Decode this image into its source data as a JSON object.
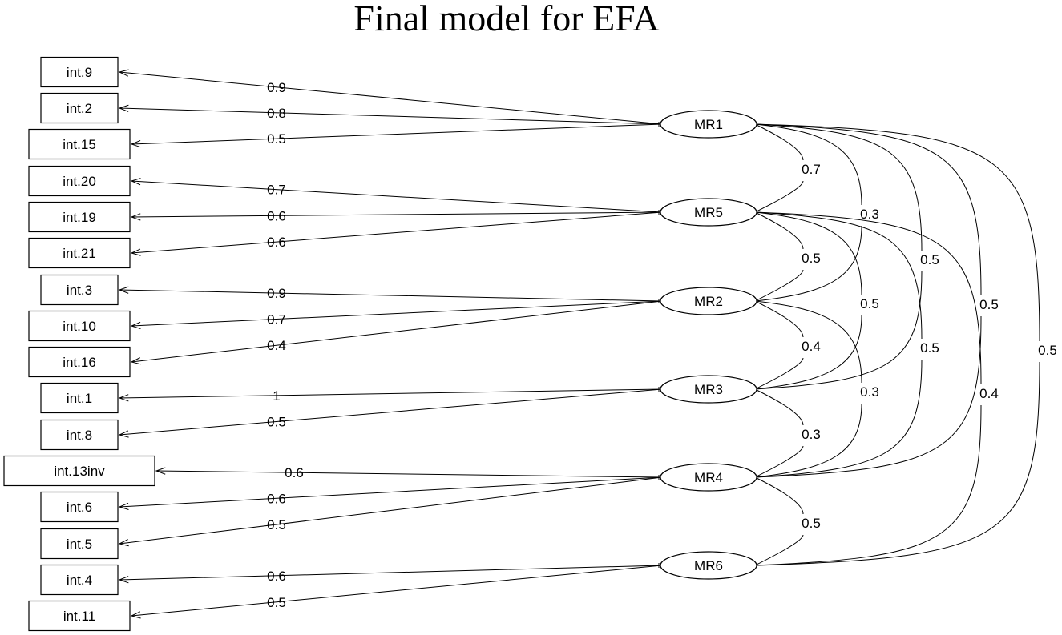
{
  "title": "Final model for EFA",
  "observed": [
    {
      "id": "int.9",
      "label": "int.9"
    },
    {
      "id": "int.2",
      "label": "int.2"
    },
    {
      "id": "int.15",
      "label": "int.15"
    },
    {
      "id": "int.20",
      "label": "int.20"
    },
    {
      "id": "int.19",
      "label": "int.19"
    },
    {
      "id": "int.21",
      "label": "int.21"
    },
    {
      "id": "int.3",
      "label": "int.3"
    },
    {
      "id": "int.10",
      "label": "int.10"
    },
    {
      "id": "int.16",
      "label": "int.16"
    },
    {
      "id": "int.1",
      "label": "int.1"
    },
    {
      "id": "int.8",
      "label": "int.8"
    },
    {
      "id": "int.13inv",
      "label": "int.13inv"
    },
    {
      "id": "int.6",
      "label": "int.6"
    },
    {
      "id": "int.5",
      "label": "int.5"
    },
    {
      "id": "int.4",
      "label": "int.4"
    },
    {
      "id": "int.11",
      "label": "int.11"
    }
  ],
  "factors": [
    {
      "id": "MR1",
      "label": "MR1"
    },
    {
      "id": "MR5",
      "label": "MR5"
    },
    {
      "id": "MR2",
      "label": "MR2"
    },
    {
      "id": "MR3",
      "label": "MR3"
    },
    {
      "id": "MR4",
      "label": "MR4"
    },
    {
      "id": "MR6",
      "label": "MR6"
    }
  ],
  "loadings": [
    {
      "factor": "MR1",
      "item": "int.9",
      "value": "0.9"
    },
    {
      "factor": "MR1",
      "item": "int.2",
      "value": "0.8"
    },
    {
      "factor": "MR1",
      "item": "int.15",
      "value": "0.5"
    },
    {
      "factor": "MR5",
      "item": "int.20",
      "value": "0.7"
    },
    {
      "factor": "MR5",
      "item": "int.19",
      "value": "0.6"
    },
    {
      "factor": "MR5",
      "item": "int.21",
      "value": "0.6"
    },
    {
      "factor": "MR2",
      "item": "int.3",
      "value": "0.9"
    },
    {
      "factor": "MR2",
      "item": "int.10",
      "value": "0.7"
    },
    {
      "factor": "MR2",
      "item": "int.16",
      "value": "0.4"
    },
    {
      "factor": "MR3",
      "item": "int.1",
      "value": "1"
    },
    {
      "factor": "MR3",
      "item": "int.8",
      "value": "0.5"
    },
    {
      "factor": "MR4",
      "item": "int.13inv",
      "value": "0.6"
    },
    {
      "factor": "MR4",
      "item": "int.6",
      "value": "0.6"
    },
    {
      "factor": "MR4",
      "item": "int.5",
      "value": "0.5"
    },
    {
      "factor": "MR6",
      "item": "int.4",
      "value": "0.6"
    },
    {
      "factor": "MR6",
      "item": "int.11",
      "value": "0.5"
    }
  ],
  "correlations": [
    {
      "from": "MR1",
      "to": "MR5",
      "value": "0.7"
    },
    {
      "from": "MR1",
      "to": "MR2",
      "value": "0.3"
    },
    {
      "from": "MR1",
      "to": "MR3",
      "value": "0.5"
    },
    {
      "from": "MR1",
      "to": "MR4",
      "value": "0.5"
    },
    {
      "from": "MR1",
      "to": "MR6",
      "value": "0.5"
    },
    {
      "from": "MR5",
      "to": "MR2",
      "value": "0.5"
    },
    {
      "from": "MR5",
      "to": "MR3",
      "value": "0.5"
    },
    {
      "from": "MR5",
      "to": "MR4",
      "value": "0.5"
    },
    {
      "from": "MR5",
      "to": "MR6",
      "value": "0.4"
    },
    {
      "from": "MR2",
      "to": "MR3",
      "value": "0.4"
    },
    {
      "from": "MR2",
      "to": "MR4",
      "value": "0.3"
    },
    {
      "from": "MR3",
      "to": "MR4",
      "value": "0.3"
    },
    {
      "from": "MR4",
      "to": "MR6",
      "value": "0.5"
    }
  ]
}
